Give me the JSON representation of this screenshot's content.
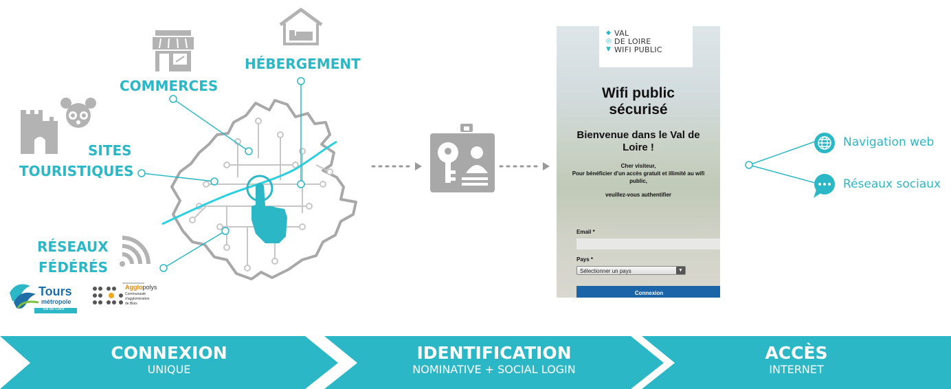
{
  "left_labels": {
    "hebergement": "HÉBERGEMENT",
    "commerces": "COMMERCES",
    "sites_line1": "SITES",
    "sites_line2": "TOURISTIQUES",
    "reseaux_line1": "RÉSEAUX",
    "reseaux_line2": "FÉDÉRÉS"
  },
  "partners": {
    "tours_name": "Tours",
    "tours_sub": "métropole",
    "tours_tag": "Val de Loire",
    "agglo_name_bold": "Agglo",
    "agglo_name_rest": "polys",
    "agglo_sub1": "Communauté",
    "agglo_sub2": "d'agglomération",
    "agglo_sub3": "de Blois"
  },
  "portal": {
    "logo_line1": "VAL",
    "logo_line2": "DE LOIRE",
    "logo_line3": "WIFI PUBLIC",
    "title_line1": "Wifi public",
    "title_line2": "sécurisé",
    "welcome_line1": "Bienvenue dans le Val de",
    "welcome_line2": "Loire !",
    "greeting": "Cher visiteur,",
    "intro_line1": "Pour bénéficier d'un accès gratuit et illimité au wifi",
    "intro_line2": "public,",
    "auth_prompt": "veuillez-vous authentifier",
    "email_label": "Email *",
    "email_value": "",
    "country_label": "Pays *",
    "country_selected": "Sélectionner un pays",
    "submit_label": "Connexion"
  },
  "outcomes": {
    "web": "Navigation web",
    "social": "Réseaux sociaux"
  },
  "steps": [
    {
      "title": "CONNEXION",
      "subtitle": "UNIQUE"
    },
    {
      "title": "IDENTIFICATION",
      "subtitle": "NOMINATIVE + SOCIAL LOGIN"
    },
    {
      "title": "ACCÈS",
      "subtitle": "INTERNET"
    }
  ],
  "colors": {
    "accent": "#2bb7c6",
    "icon_gray": "#a8a8a8",
    "chevron": "#2bb7c6",
    "button_blue": "#1b64a8"
  },
  "icons": {
    "hebergement": "house-bed-icon",
    "commerces": "shop-icon",
    "sites": "castle-panda-icon",
    "reseaux": "wifi-signal-icon",
    "identification": "key-badge-icon",
    "web": "globe-icon",
    "social": "chat-bubble-icon",
    "touch": "hand-pointer-icon"
  }
}
